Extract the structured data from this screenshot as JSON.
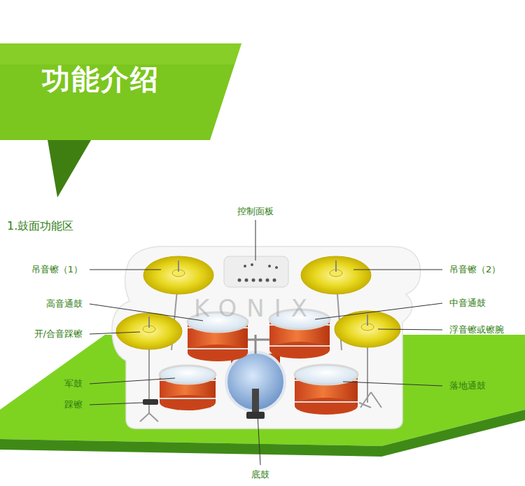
{
  "diagram": {
    "title": "功能介绍",
    "labels": [
      "1.鼓面功能区",
      "控制面板",
      "吊音镲（1）",
      "吊音镲（2）",
      "高音通鼓",
      "中音通鼓",
      "开/合音踩镲",
      "浮音镲或镲腕",
      "军鼓",
      "落地通鼓",
      "踩镲",
      "底鼓",
      "KONIX"
    ]
  }
}
